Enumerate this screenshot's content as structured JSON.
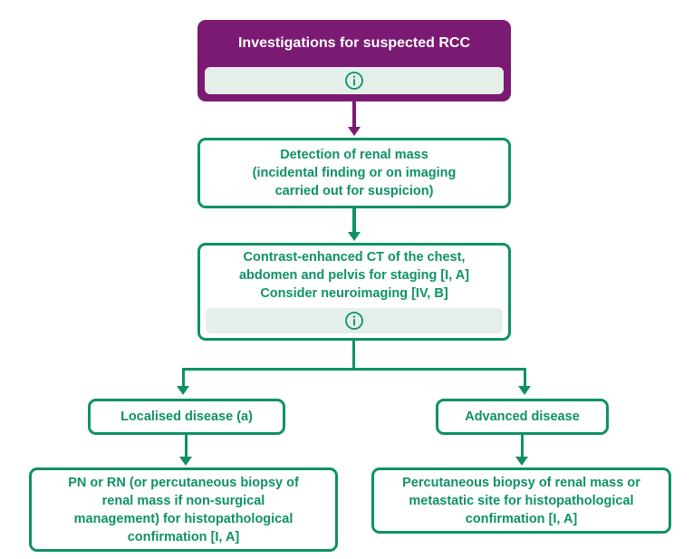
{
  "diagram": {
    "title_node": {
      "label": "Investigations for suspected RCC",
      "info_icon": "info-icon",
      "bg_color": "#7B1A72",
      "text_color": "#FFFFFF"
    },
    "accent_green": "#0E9167",
    "info_strip_bg": "#E4EFEA",
    "nodes": [
      {
        "id": "detection",
        "lines": [
          "Detection of renal mass",
          "(incidental finding or on imaging",
          "carried out for suspicion)"
        ],
        "has_info": false
      },
      {
        "id": "staging",
        "lines": [
          "Contrast-enhanced CT of the chest,",
          "abdomen and pelvis for staging [I, A]",
          "Consider neuroimaging [IV, B]"
        ],
        "has_info": true,
        "info_icon": "info-icon"
      },
      {
        "id": "localised",
        "lines": [
          "Localised disease (a)"
        ],
        "has_info": false
      },
      {
        "id": "advanced",
        "lines": [
          "Advanced disease"
        ],
        "has_info": false
      },
      {
        "id": "localised-treatment",
        "lines": [
          "PN or RN (or percutaneous biopsy of",
          "renal mass if non-surgical",
          "management) for histopathological",
          "confirmation [I, A]"
        ],
        "has_info": false
      },
      {
        "id": "advanced-treatment",
        "lines": [
          "Percutaneous biopsy of renal mass or",
          "metastatic site for histopathological",
          "confirmation [I, A]"
        ],
        "has_info": false
      }
    ]
  }
}
